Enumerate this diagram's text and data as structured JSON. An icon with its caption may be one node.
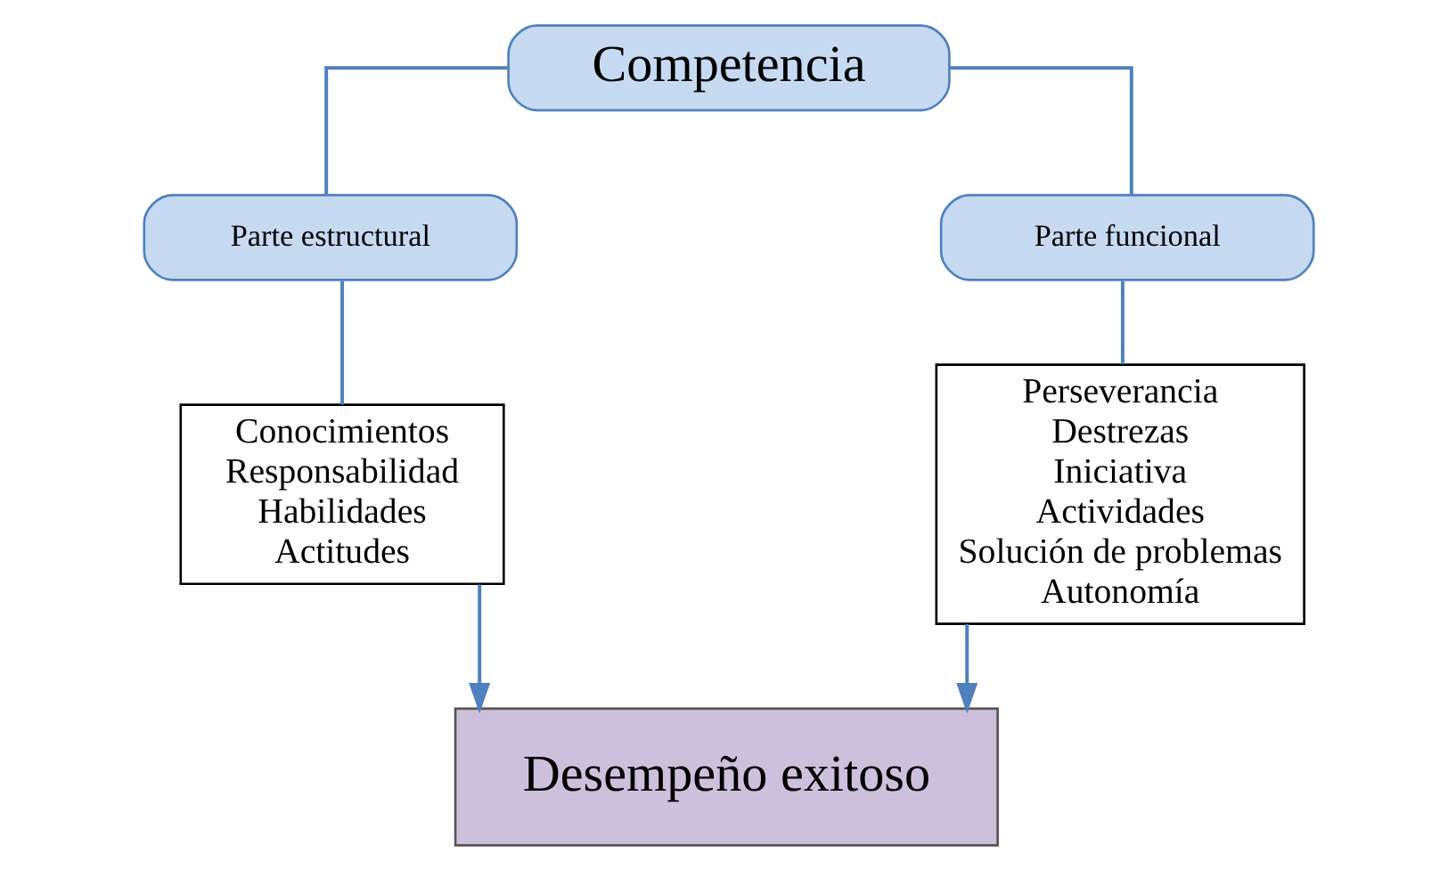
{
  "diagram": {
    "nodes": [
      {
        "text": [
          "Competencia"
        ]
      },
      {
        "text": [
          "Parte estructural"
        ]
      },
      {
        "text": [
          "Parte funcional"
        ]
      },
      {
        "text": [
          "Conocimientos",
          "Responsabilidad",
          "Habilidades",
          "Actitudes"
        ]
      },
      {
        "text": [
          "Perseverancia",
          "Destrezas",
          "Iniciativa",
          "Actividades",
          "Solución de problemas",
          "Autonomía"
        ]
      },
      {
        "text": [
          "Desempeño exitoso"
        ]
      }
    ],
    "edges": [
      {
        "from": 0,
        "to": 1,
        "arrow": "none"
      },
      {
        "from": 0,
        "to": 2,
        "arrow": "none"
      },
      {
        "from": 1,
        "to": 3,
        "arrow": "none"
      },
      {
        "from": 2,
        "to": 4,
        "arrow": "none"
      },
      {
        "from": 3,
        "to": 5,
        "arrow": "to"
      },
      {
        "from": 4,
        "to": 5,
        "arrow": "to"
      }
    ]
  }
}
